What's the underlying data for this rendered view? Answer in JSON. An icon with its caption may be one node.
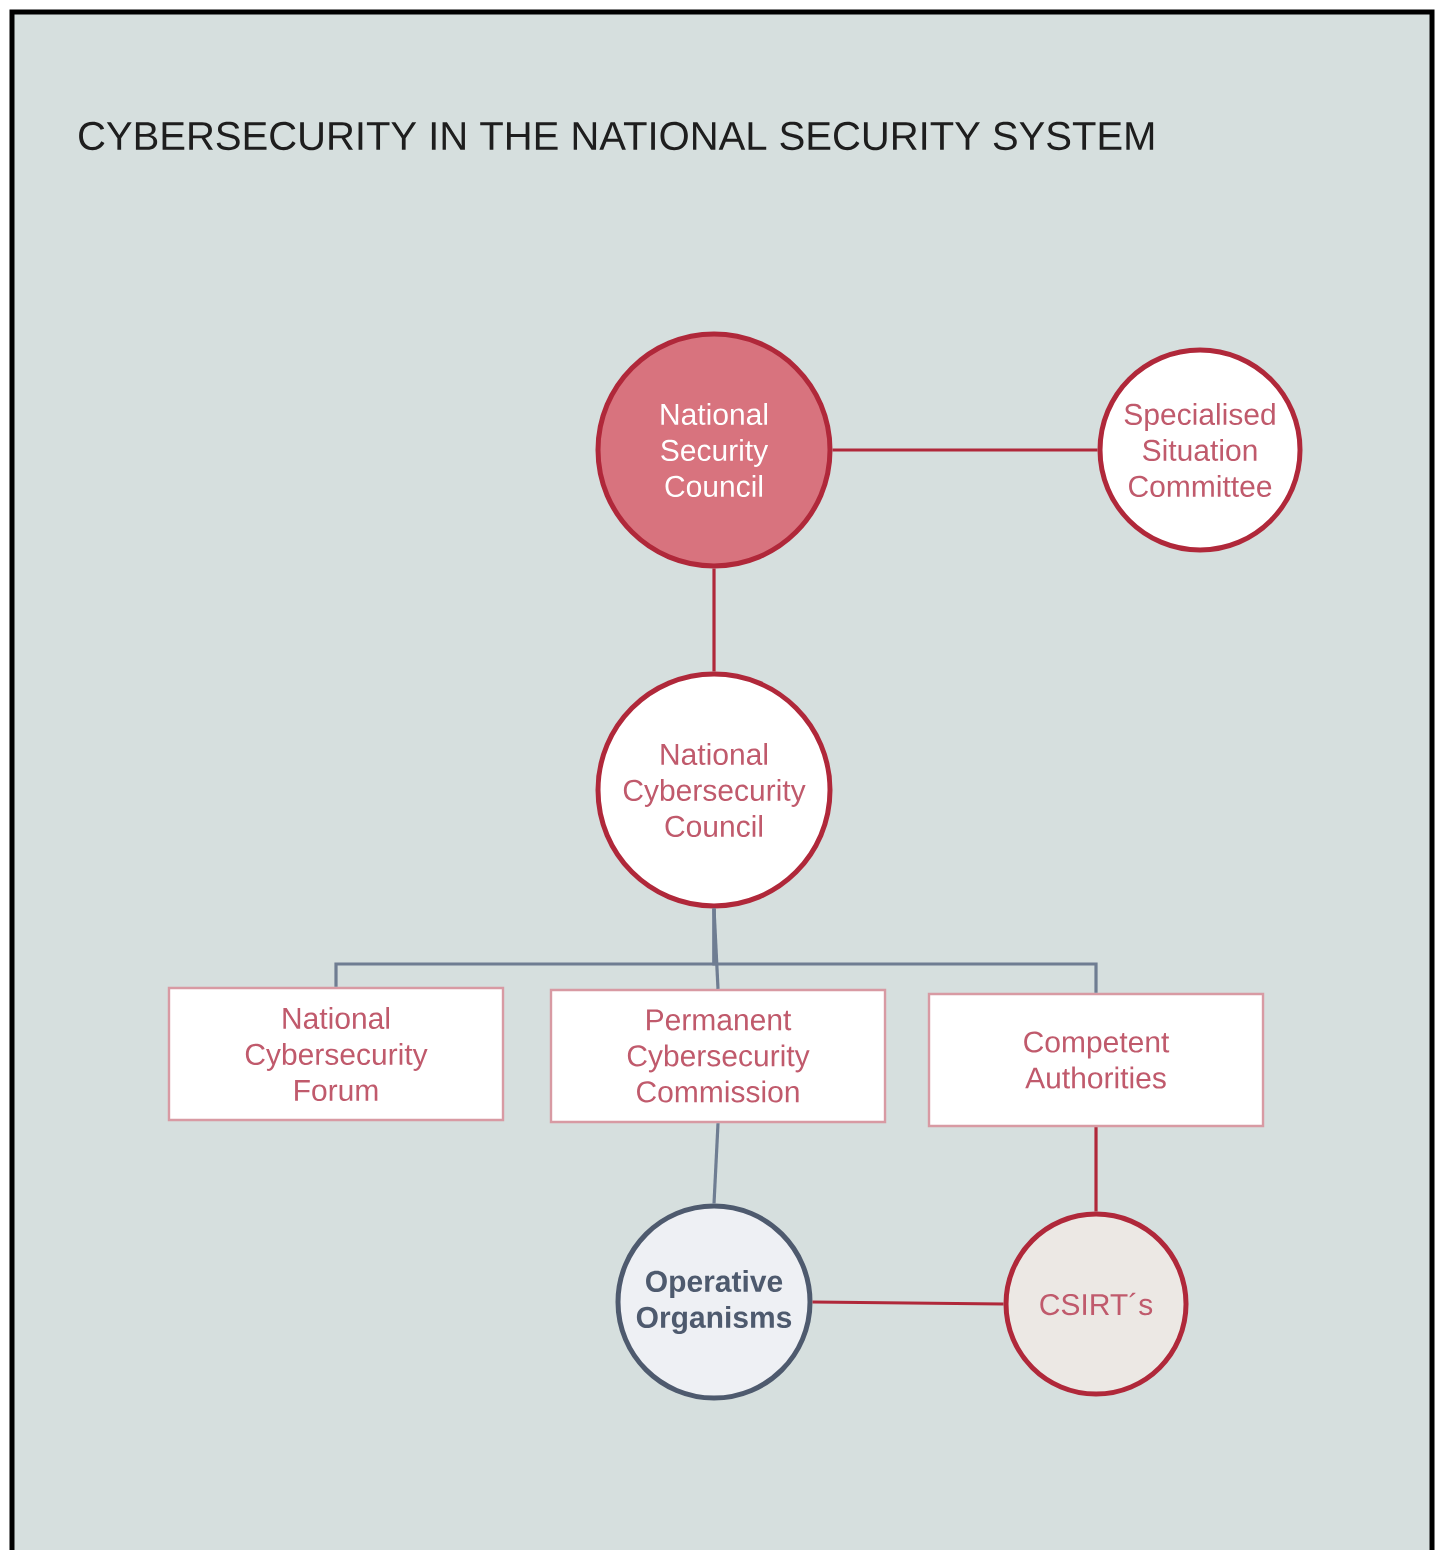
{
  "diagram": {
    "title": "CYBERSECURITY IN THE NATIONAL SECURITY SYSTEM",
    "nodes": [
      {
        "text": [
          "National Security Council"
        ]
      },
      {
        "text": [
          "Specialised Situation Committee"
        ]
      },
      {
        "text": [
          "National Cybersecurity Council"
        ]
      },
      {
        "text": [
          "National Cybersecurity Forum"
        ]
      },
      {
        "text": [
          "Permanent Cybersecurity Commission"
        ]
      },
      {
        "text": [
          "Competent Authorities"
        ]
      },
      {
        "text": [
          "Operative Organisms"
        ]
      },
      {
        "text": [
          "CSIRT´s"
        ]
      }
    ],
    "edges": [
      {
        "from": 0,
        "to": 1,
        "arrow": "none"
      },
      {
        "from": 0,
        "to": 2,
        "arrow": "none"
      },
      {
        "from": 2,
        "to": 3,
        "arrow": "none",
        "color": "#6f7d92"
      },
      {
        "from": 2,
        "to": 4,
        "arrow": "none",
        "color": "#6f7d92"
      },
      {
        "from": 2,
        "to": 5,
        "arrow": "none",
        "color": "#6f7d92"
      },
      {
        "from": 4,
        "to": 6,
        "arrow": "none",
        "color": "#6f7d92"
      },
      {
        "from": 5,
        "to": 7,
        "arrow": "none"
      },
      {
        "from": 6,
        "to": 7,
        "arrow": "none"
      }
    ]
  }
}
